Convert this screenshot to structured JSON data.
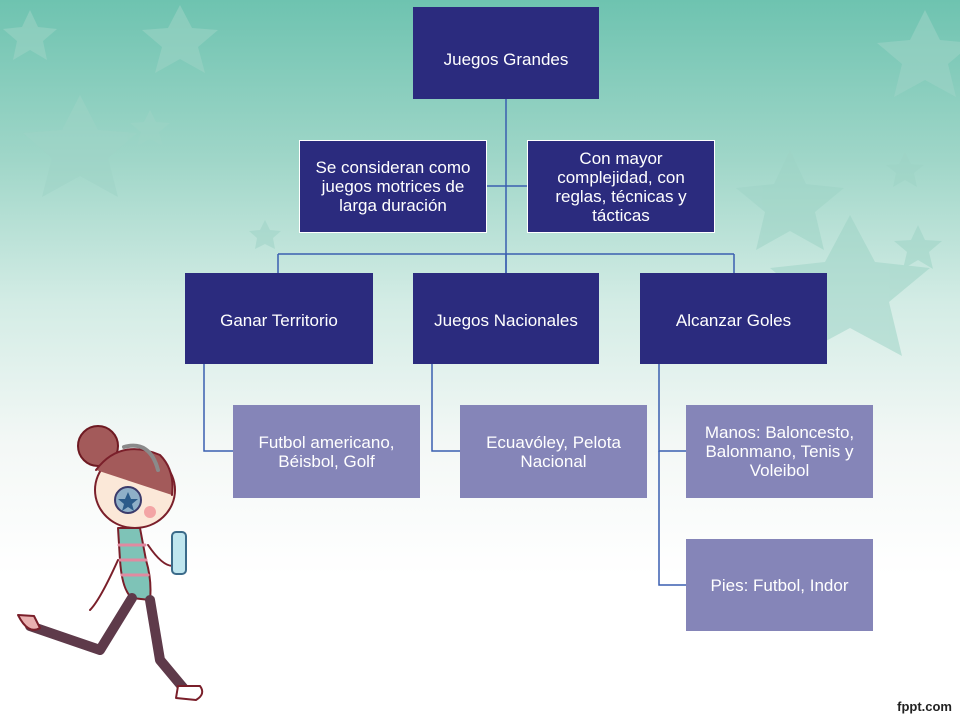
{
  "diagram": {
    "root": "Juegos Grandes",
    "note_left": "Se consideran como juegos motrices de larga duración",
    "note_right": "Con mayor complejidad, con reglas, técnicas y tácticas",
    "categories": [
      {
        "label": "Ganar Territorio",
        "children": [
          "Futbol americano, Béisbol, Golf"
        ]
      },
      {
        "label": "Juegos Nacionales",
        "children": [
          "Ecuavóley, Pelota Nacional"
        ]
      },
      {
        "label": "Alcanzar Goles",
        "children": [
          "Manos: Baloncesto, Balonmano, Tenis y Voleibol",
          "Pies: Futbol, Indor"
        ]
      }
    ]
  },
  "footer": {
    "brand": "fppt.com"
  },
  "colors": {
    "node_dark": "#2b2b7e",
    "node_light": "#8585b8",
    "connector": "#3a5fb0",
    "background_top": "#6ec3b0"
  }
}
